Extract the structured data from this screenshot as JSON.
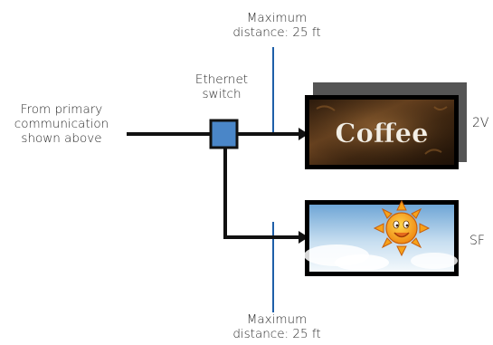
{
  "distance_top": {
    "line1": "Maximum",
    "line2": "distance: 25 ft"
  },
  "distance_bottom": {
    "line1": "Maximum",
    "line2": "distance: 25 ft"
  },
  "switch": {
    "line1": "Ethernet",
    "line2": "switch"
  },
  "primary": {
    "line1": "From primary",
    "line2": "communication",
    "line3": "shown above"
  },
  "display_2v": {
    "label": "2V",
    "content_text": "Coffee"
  },
  "display_sf": {
    "label": "SF"
  },
  "colors": {
    "line": "#111111",
    "limit_line": "#1f5fa8",
    "switch_fill": "#4a86c8",
    "frame": "#000000",
    "shadow": "#555555"
  }
}
